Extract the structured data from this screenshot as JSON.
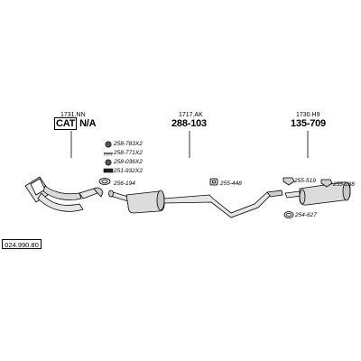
{
  "groups": [
    {
      "code": "1731.NN",
      "cat": "CAT",
      "label": "N/A"
    },
    {
      "code": "1717.AK",
      "label": "288-103"
    },
    {
      "code": "1730.H9",
      "label": "135-709"
    }
  ],
  "legend": [
    {
      "icon": "nut-icon",
      "text": "258-783X2"
    },
    {
      "icon": "stud-icon",
      "text": "258-771X2"
    },
    {
      "icon": "nut-icon",
      "text": "258-036X2"
    },
    {
      "icon": "gasket-icon",
      "text": "251-932X2"
    }
  ],
  "parts": [
    {
      "text": "256-194"
    },
    {
      "text": "255-448"
    },
    {
      "text": "255-519"
    },
    {
      "text": "255-188"
    },
    {
      "text": "254-627"
    }
  ],
  "reference": "024.990.80"
}
